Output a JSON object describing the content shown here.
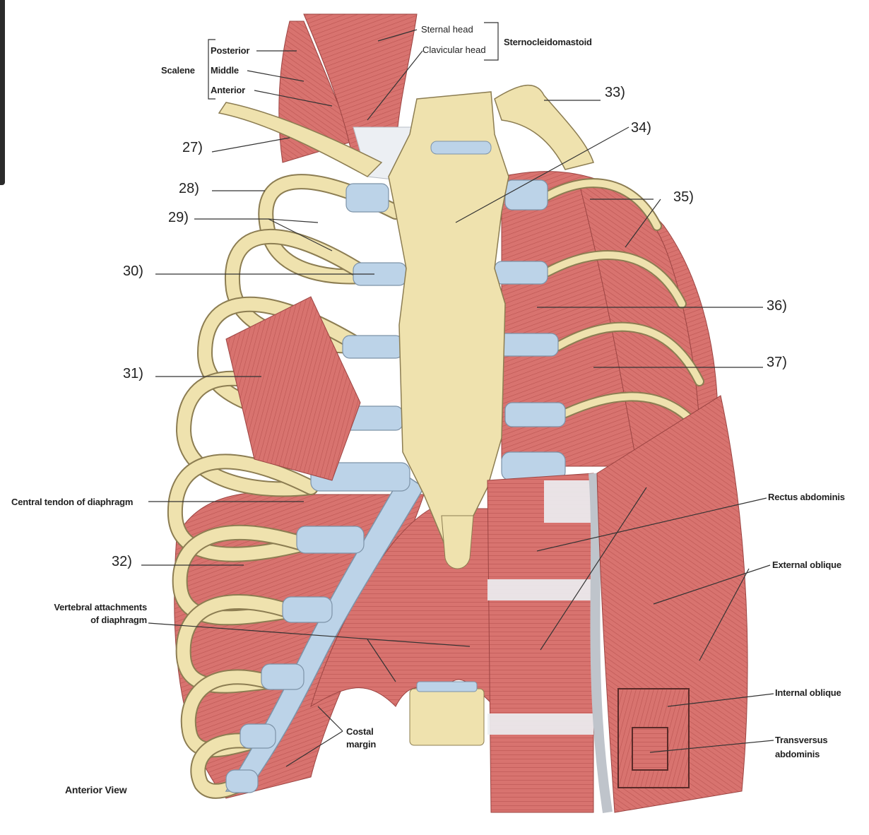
{
  "labels": {
    "sternal_head": "Sternal head",
    "clavicular_head": "Clavicular head",
    "sternocleidomastoid": "Sternocleidomastoid",
    "scalene": "Scalene",
    "posterior": "Posterior",
    "middle": "Middle",
    "anterior": "Anterior",
    "n27": "27)",
    "n28": "28)",
    "n29": "29)",
    "n30": "30)",
    "n31": "31)",
    "n32": "32)",
    "n33": "33)",
    "n34": "34)",
    "n35": "35)",
    "n36": "36)",
    "n37": "37)",
    "central_tendon": "Central tendon of diaphragm",
    "vertebral_attachments_1": "Vertebral attachments",
    "vertebral_attachments_2": "of diaphragm",
    "costal_1": "Costal",
    "costal_2": "margin",
    "anterior_view": "Anterior View",
    "rectus_abdominis": "Rectus abdominis",
    "external_oblique": "External oblique",
    "internal_oblique": "Internal oblique",
    "transversus_1": "Transversus",
    "transversus_2": "abdominis"
  },
  "colors": {
    "muscle": "#d8736f",
    "muscle_dark": "#b9504f",
    "bone": "#efe2ae",
    "bone_outline": "#8c7d52",
    "cartilage": "#bcd3e8",
    "tendon": "#eceff3",
    "line": "#333333"
  }
}
